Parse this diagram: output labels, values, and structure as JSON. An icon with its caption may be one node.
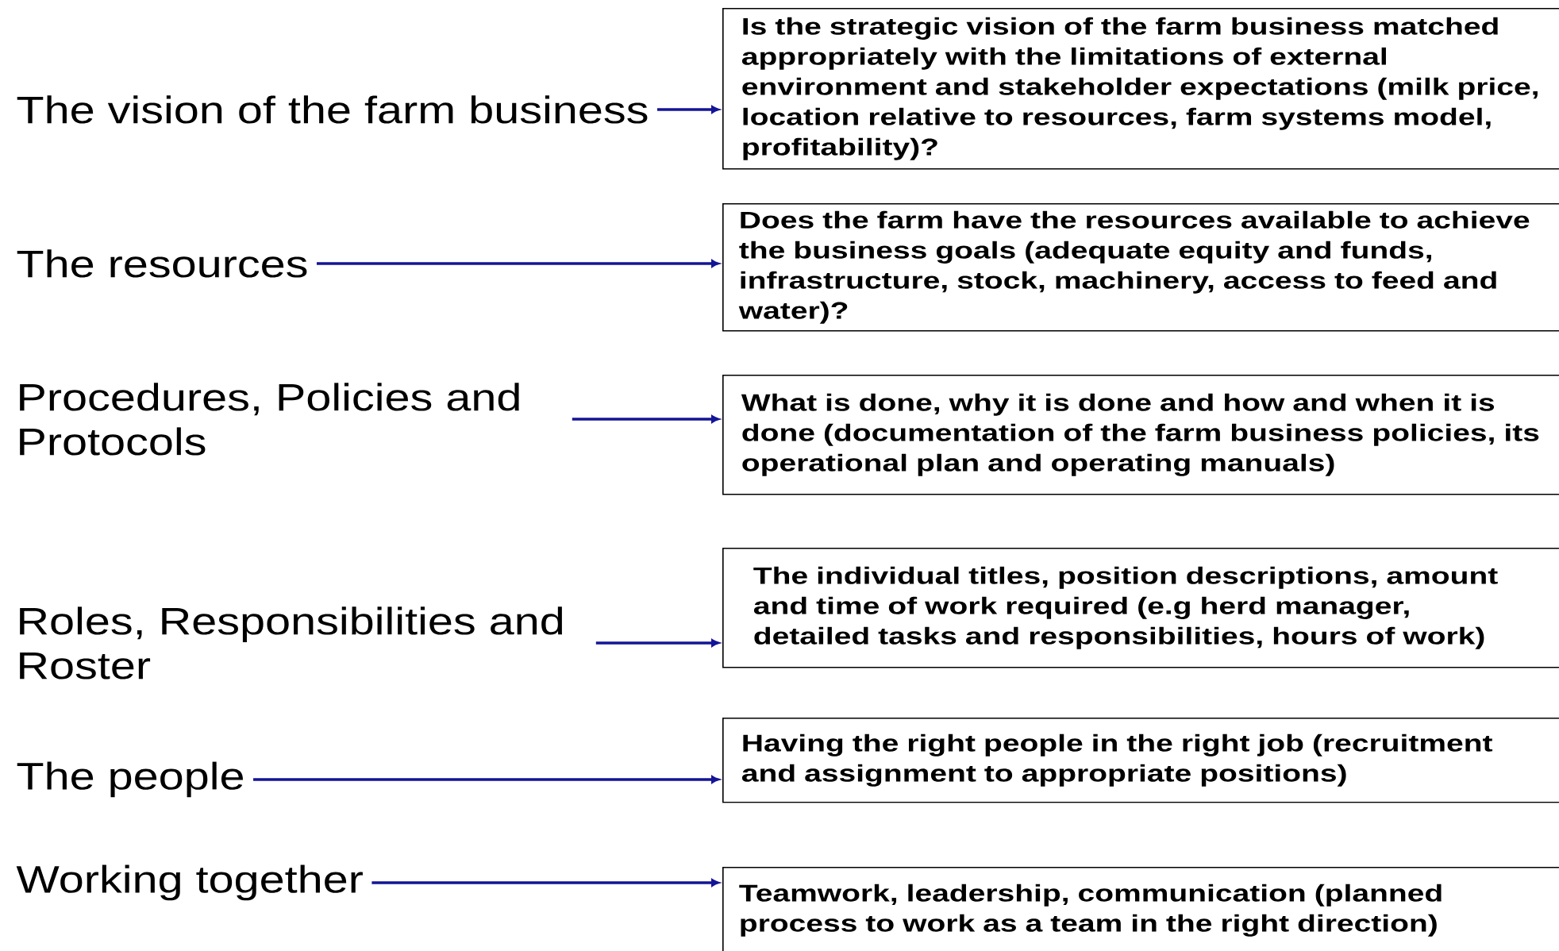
{
  "diagram": {
    "nodes": [
      {
        "text": [
          "The vision of the farm business"
        ]
      },
      {
        "text": [
          "Is the strategic vision of the farm business matched appropriately with the limitations of external environment and stakeholder expectations (milk price, location relative to resources, farm systems model, profitability)?"
        ]
      },
      {
        "text": [
          "The resources"
        ]
      },
      {
        "text": [
          "Does the farm have the resources available to achieve the business goals (adequate equity and funds, infrastructure, stock, machinery, access to feed and water)?"
        ]
      },
      {
        "text": [
          "Procedures, Policies and Protocols"
        ]
      },
      {
        "text": [
          "What is done, why it is done and how  and when it is done (documentation of the farm business policies, its operational plan and operating manuals)"
        ]
      },
      {
        "text": [
          "Roles, Responsibilities and Roster"
        ]
      },
      {
        "text": [
          "The individual titles, position descriptions, amount and time of work required (e.g herd manager, detailed tasks and responsibilities, hours of work)"
        ]
      },
      {
        "text": [
          "The people"
        ]
      },
      {
        "text": [
          "Having the right people in the right job (recruitment and assignment to appropriate positions)"
        ]
      },
      {
        "text": [
          "Working together"
        ]
      },
      {
        "text": [
          "Teamwork, leadership, communication (planned process to work as a team in the right direction)"
        ]
      }
    ],
    "edges": [
      {
        "from": 0,
        "to": 1,
        "arrow": "to"
      },
      {
        "from": 2,
        "to": 3,
        "arrow": "to"
      },
      {
        "from": 4,
        "to": 5,
        "arrow": "to"
      },
      {
        "from": 6,
        "to": 7,
        "arrow": "to"
      },
      {
        "from": 8,
        "to": 9,
        "arrow": "to"
      },
      {
        "from": 10,
        "to": 11,
        "arrow": "to"
      }
    ]
  }
}
